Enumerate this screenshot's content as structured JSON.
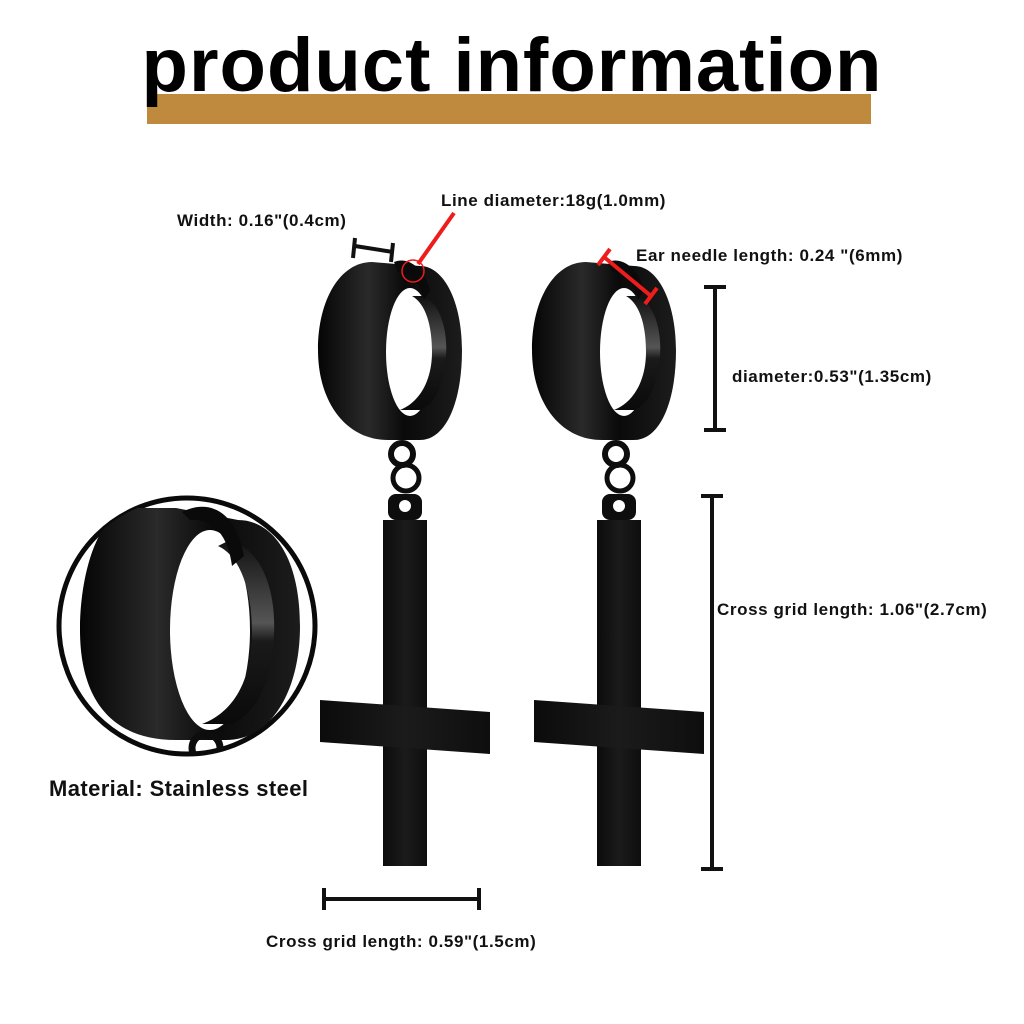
{
  "title": "product information",
  "colors": {
    "accent": "#c08a3e",
    "annotation_red": "#ee1c1c",
    "dimension_black": "#111111",
    "product_black": "#0d0d0d"
  },
  "labels": {
    "width": "Width: 0.16\"(0.4cm)",
    "line_diameter": "Line diameter:18g(1.0mm)",
    "ear_needle_length": "Ear needle length: 0.24 \"(6mm)",
    "diameter": "diameter:0.53\"(1.35cm)",
    "cross_length": "Cross grid length: 1.06\"(2.7cm)",
    "cross_width": "Cross grid length: 0.59\"(1.5cm)",
    "material": "Material: Stainless steel"
  },
  "icons": {
    "detail_inset": "magnified-hoop-icon",
    "earring": "inverted-cross-earring-icon"
  }
}
